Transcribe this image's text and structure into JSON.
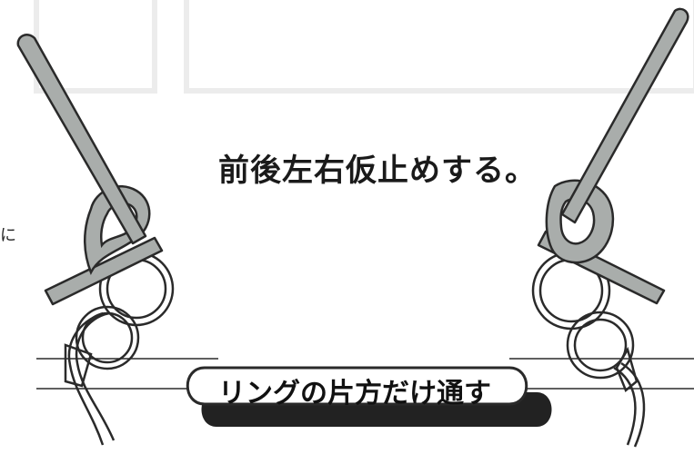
{
  "caption": "前後左右仮止めする。",
  "side_fragment": "に",
  "label": "リングの片方だけ通す",
  "colors": {
    "stick": "#a9adab",
    "outline": "#2a2a2a",
    "shadow": "#222222",
    "faint": "#e6e6e6"
  },
  "icons": [
    "needle-stick-left",
    "knot-left",
    "ring-clip-left",
    "needle-stick-right",
    "knot-right",
    "ring-clip-right"
  ]
}
